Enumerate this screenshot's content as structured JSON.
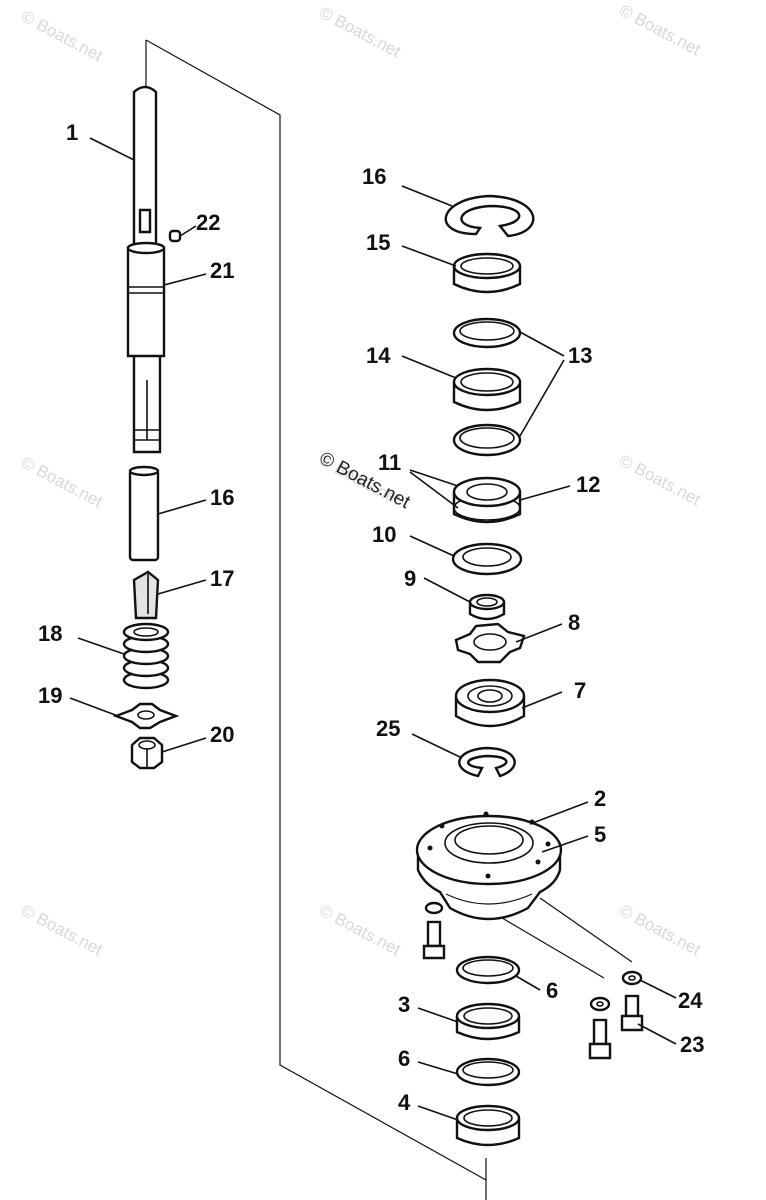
{
  "watermark": {
    "text": "© Boats.net"
  },
  "callouts": {
    "c1": "1",
    "c22": "22",
    "c21": "21",
    "c16a": "16",
    "c17": "17",
    "c18": "18",
    "c19": "19",
    "c20": "20",
    "c16b": "16",
    "c15": "15",
    "c14": "14",
    "c13": "13",
    "c11": "11",
    "c12": "12",
    "c10": "10",
    "c9": "9",
    "c8": "8",
    "c7": "7",
    "c25": "25",
    "c2": "2",
    "c5": "5",
    "c6a": "6",
    "c3": "3",
    "c6b": "6",
    "c4": "4",
    "c24": "24",
    "c23": "23"
  }
}
